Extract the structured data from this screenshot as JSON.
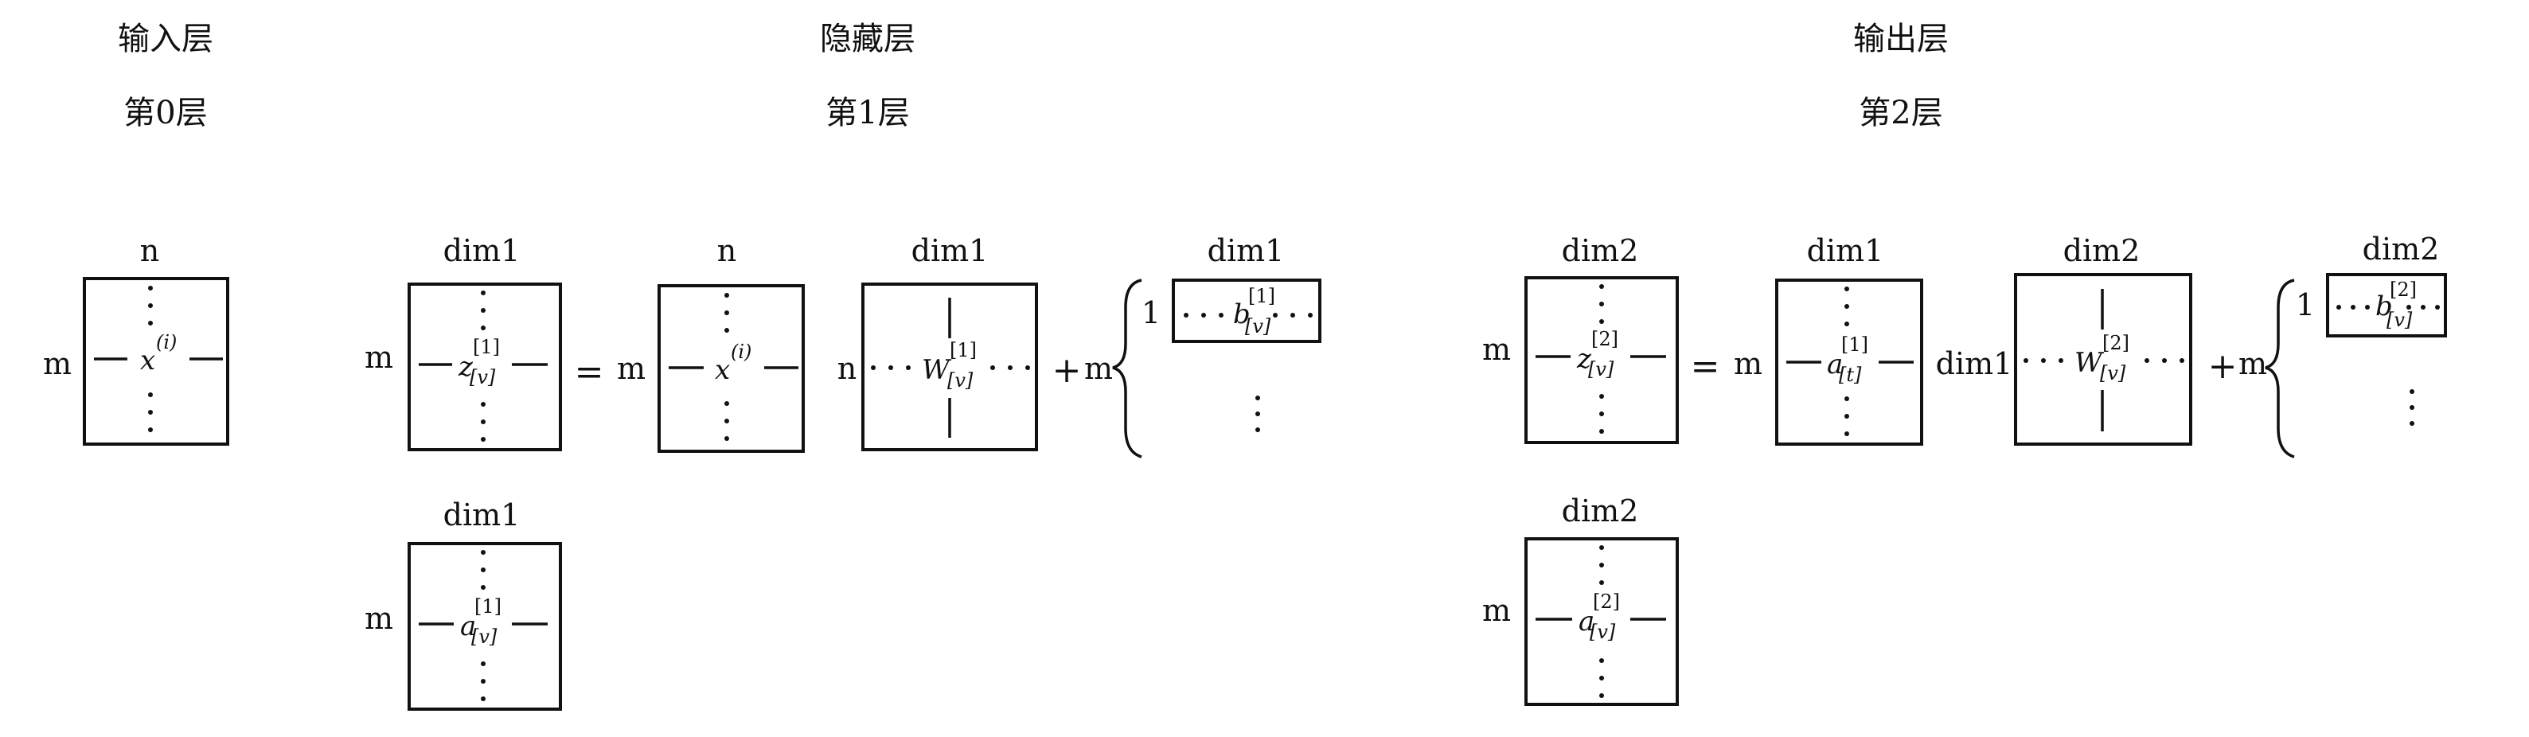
{
  "columns": {
    "input": {
      "title": "输入层",
      "layer": "第0层"
    },
    "hidden": {
      "title": "隐藏层",
      "layer": "第1层"
    },
    "output": {
      "title": "输出层",
      "layer": "第2层"
    }
  },
  "dims": {
    "n": "n",
    "m": "m",
    "dim1": "dim1",
    "dim2": "dim2",
    "one": "1"
  },
  "ops": {
    "eq": "=",
    "plus": "+"
  },
  "symbols": {
    "x": "x",
    "z": "z",
    "a": "a",
    "W": "W",
    "b": "b",
    "sup_i": "(i)",
    "sup_1": "[1]",
    "sup_2": "[2]",
    "sub_v": "[v]",
    "sub_t": "[t]"
  }
}
